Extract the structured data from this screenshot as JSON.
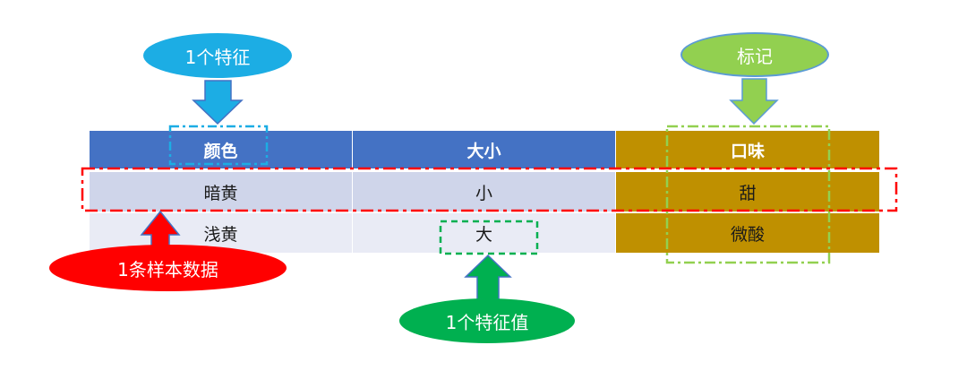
{
  "table": {
    "headers": [
      "颜色",
      "大小",
      "口味"
    ],
    "rows": [
      [
        "暗黄",
        "小",
        "甜"
      ],
      [
        "浅黄",
        "大",
        "微酸"
      ]
    ]
  },
  "callouts": {
    "feature": "1个特征",
    "label": "标记",
    "sample": "1条样本数据",
    "feature_value": "1个特征值"
  },
  "colors": {
    "header_blue": "#4472c4",
    "label_gold": "#bf9000",
    "row_odd": "#cfd5ea",
    "row_even": "#e9ebf5",
    "callout_feature": "#1cade4",
    "callout_label": "#92d050",
    "callout_sample": "#ff0000",
    "callout_value": "#00b050"
  }
}
